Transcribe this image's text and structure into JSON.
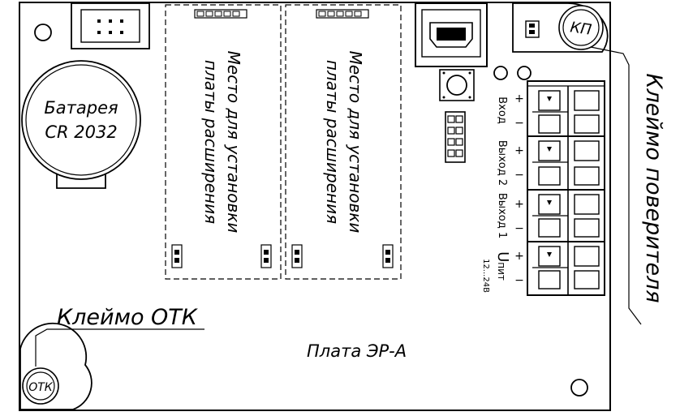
{
  "labels": {
    "battery_line1": "Батарея",
    "battery_line2": "CR 2032",
    "slot_line1": "Место для установки",
    "slot_line2": "платы расширения",
    "otk_mark": "Клеймо ОТК",
    "otk_stamp": "ОТК",
    "verifier_mark": "Клеймо поверителя",
    "verifier_stamp": "КП",
    "board_name": "Плата ЭР-А",
    "terminals": [
      {
        "name": "Вход",
        "plus": "+",
        "minus": "−"
      },
      {
        "name": "Выход 2",
        "plus": "+",
        "minus": "−"
      },
      {
        "name": "Выход 1",
        "plus": "+",
        "minus": "−"
      },
      {
        "name": "U",
        "sub": "пит",
        "range": "12...24В",
        "plus": "+",
        "minus": "−"
      }
    ]
  },
  "colors": {
    "line": "#000000",
    "background": "#ffffff"
  }
}
